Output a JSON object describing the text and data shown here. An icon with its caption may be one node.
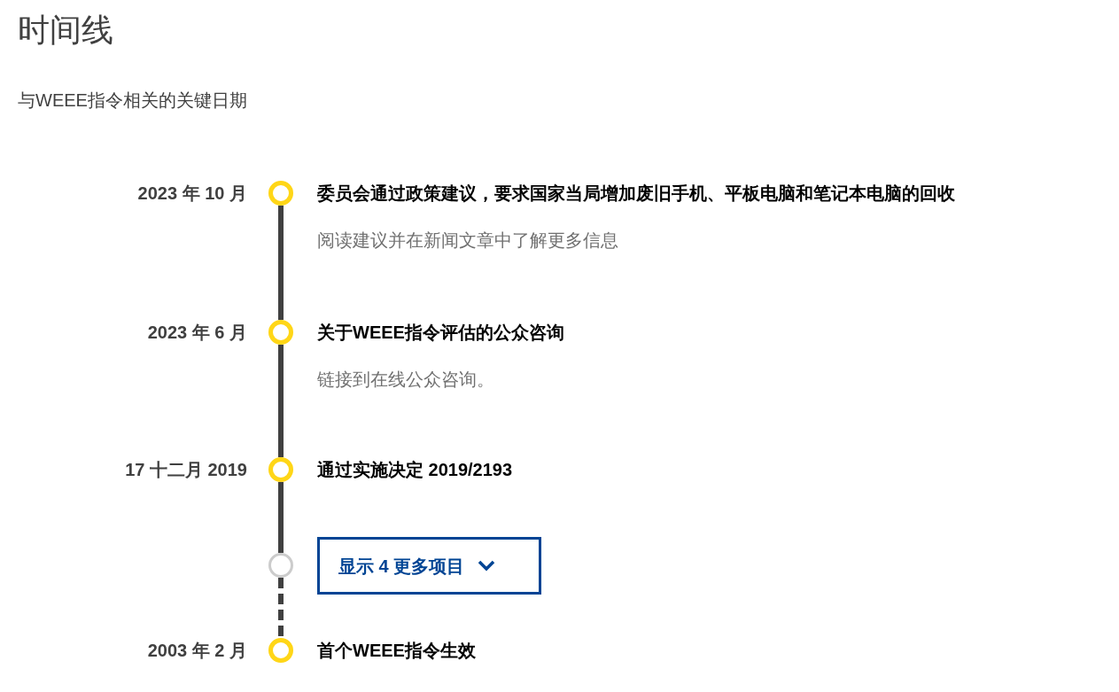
{
  "diagram": {
    "title": "时间线",
    "nodes": [
      {
        "text": [],
        "shape": "circle",
        "beside": [
          "2023 年 10 月",
          "委员会通过政策建议，要求国家当局增加废旧手机、平板电脑和笔记本电脑的回收",
          "阅读建议并在新闻文章中了解更多信息"
        ]
      },
      {
        "text": [],
        "shape": "circle",
        "beside": [
          "2023 年 6 月",
          "关于WEEE指令评估的公众咨询",
          "链接到在线公众咨询。"
        ]
      },
      {
        "text": [],
        "shape": "circle",
        "beside": [
          "17 十二月 2019",
          "通过实施决定 2019/2193"
        ]
      },
      {
        "text": [],
        "shape": "circle"
      },
      {
        "text": [
          "显示 4 更多项目"
        ]
      },
      {
        "text": [],
        "shape": "circle",
        "beside": [
          "2003 年 2 月",
          "首个WEEE指令生效"
        ]
      }
    ],
    "edges": [
      {
        "from": 0,
        "to": 1,
        "arrow": "none"
      },
      {
        "from": 1,
        "to": 2,
        "arrow": "none"
      },
      {
        "from": 2,
        "to": 3,
        "arrow": "none"
      },
      {
        "from": 3,
        "to": 5,
        "arrow": "none",
        "style": "dashed"
      }
    ],
    "labels": [
      "与WEEE指令相关的关键日期"
    ]
  }
}
